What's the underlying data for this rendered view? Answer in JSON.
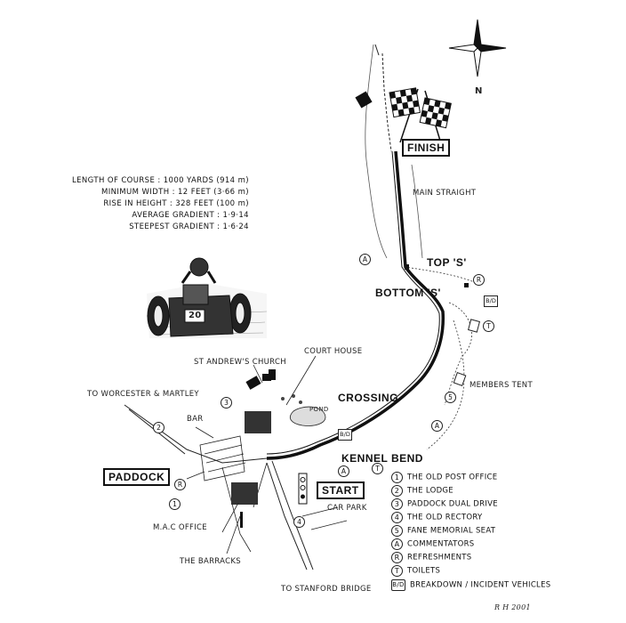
{
  "compass": {
    "north_label": "N"
  },
  "course_stats": [
    {
      "label": "LENGTH OF COURSE : 1000 YARDS (914 m)"
    },
    {
      "label": "MINIMUM WIDTH : 12 FEET (3·66 m)"
    },
    {
      "label": "RISE IN HEIGHT : 328 FEET (100 m)"
    },
    {
      "label": "AVERAGE GRADIENT : 1·9·14"
    },
    {
      "label": "STEEPEST GRADIENT : 1·6·24"
    }
  ],
  "course_labels": {
    "finish": "FINISH",
    "main_straight": "MAIN STRAIGHT",
    "top_s": "TOP 'S'",
    "bottom_s": "BOTTOM 'S'",
    "crossing": "CROSSING",
    "kennel_bend": "KENNEL BEND",
    "start": "START",
    "paddock": "PADDOCK",
    "court_house": "COURT HOUSE",
    "church": "ST ANDREW'S CHURCH",
    "pond": "POND",
    "bar": "BAR",
    "members_tent": "MEMBERS TENT",
    "car_park": "CAR PARK",
    "mac_office": "M.A.C OFFICE",
    "barracks": "THE BARRACKS",
    "to_worcester": "TO WORCESTER & MARTLEY",
    "to_stanford": "TO STANFORD BRIDGE"
  },
  "car": {
    "number": "20"
  },
  "legend": [
    {
      "symbol": "1",
      "label": "THE OLD POST OFFICE"
    },
    {
      "symbol": "2",
      "label": "THE LODGE"
    },
    {
      "symbol": "3",
      "label": "PADDOCK DUAL DRIVE"
    },
    {
      "symbol": "4",
      "label": "THE OLD RECTORY"
    },
    {
      "symbol": "5",
      "label": "FANE MEMORIAL SEAT"
    },
    {
      "symbol": "A",
      "label": "COMMENTATORS"
    },
    {
      "symbol": "R",
      "label": "REFRESHMENTS"
    },
    {
      "symbol": "T",
      "label": "TOILETS"
    },
    {
      "symbol": "B/D",
      "label": "BREAKDOWN / INCIDENT VEHICLES"
    }
  ],
  "map_markers": {
    "a": "A",
    "r": "R",
    "t": "T",
    "bd": "B/D",
    "m1": "1",
    "m2": "2",
    "m3": "3",
    "m4": "4",
    "m5": "5"
  },
  "signature": "R H 2001"
}
